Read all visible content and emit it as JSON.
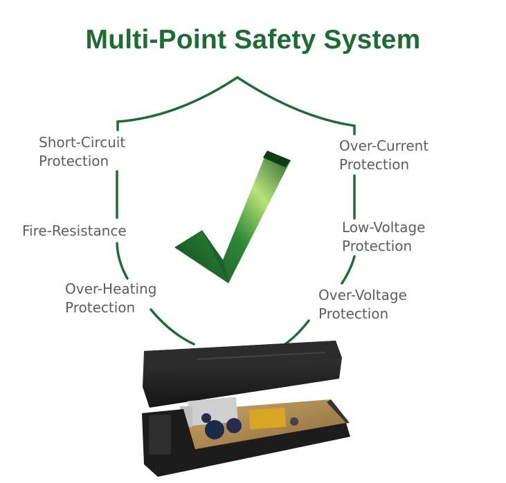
{
  "title": "Multi-Point Safety System",
  "features": {
    "short_circuit": [
      "Short-Circuit",
      "Protection"
    ],
    "fire": "Fire-Resistance",
    "over_heating": [
      "Over-Heating",
      "Protection"
    ],
    "over_current": [
      "Over-Current",
      "Protection"
    ],
    "low_voltage": [
      "Low-Voltage",
      "Protection"
    ],
    "over_voltage": [
      "Over-Voltage",
      "Protection"
    ]
  },
  "colors": {
    "brand_green": "#1f6b35",
    "label_gray": "#5d5d5d",
    "device_black": "#1c1c1c"
  },
  "icons": [
    "shield-outline",
    "checkmark-icon",
    "power-adapter-image"
  ]
}
